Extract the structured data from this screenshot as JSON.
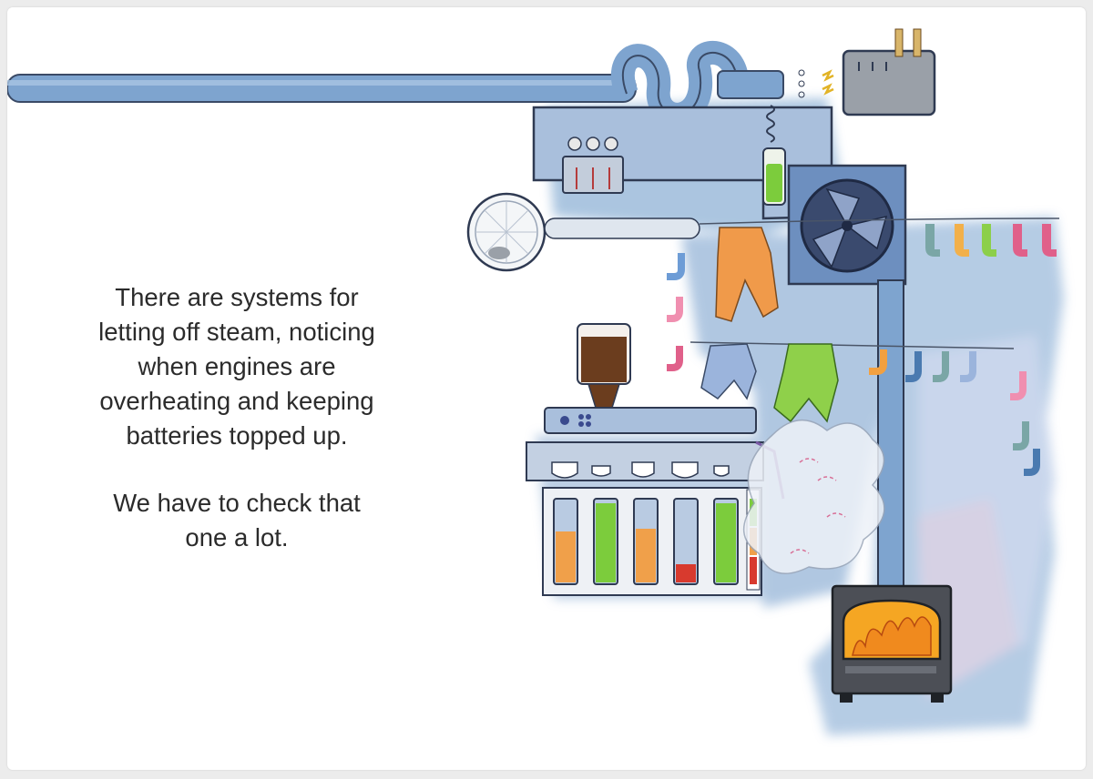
{
  "caption": {
    "lines": [
      "There are systems for",
      "letting off steam, noticing",
      "when engines are",
      "overheating and keeping",
      "batteries topped up."
    ],
    "note_lines": [
      "We have to check that",
      "one a lot."
    ]
  },
  "illustration": {
    "palette": {
      "wash_blue": "#8fb2d6",
      "pipe_blue": "#7ea4cf",
      "machine_grey": "#a9b6c6",
      "battery_green": "#7ccc3c",
      "battery_orange": "#f0a04a",
      "battery_red": "#d83a2e",
      "sock_pink": "#e0608a",
      "flame_orange": "#f08a1e",
      "flame_yellow": "#f5d33a",
      "coffee_brown": "#6b3d1e"
    },
    "battery_levels": [
      0.62,
      0.97,
      0.65,
      0.22,
      0.97
    ],
    "icons": [
      "steam-pipe",
      "toaster",
      "coiled-cable",
      "green-battery",
      "fan",
      "hamster-wheel",
      "mouse",
      "clothesline",
      "socks",
      "onesie",
      "coffee-grinder",
      "coffee-cups",
      "battery-gauges",
      "steam-cloud",
      "wood-stove",
      "fire"
    ]
  }
}
